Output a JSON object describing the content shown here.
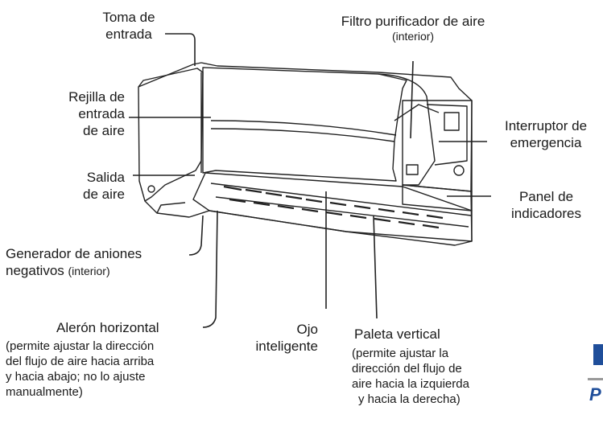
{
  "labels": {
    "toma": [
      "Toma de",
      "entrada"
    ],
    "filtro": "Filtro purificador de aire",
    "filtro_sub": "(interior)",
    "rejilla": [
      "Rejilla de",
      "entrada",
      "de aire"
    ],
    "interruptor": [
      "Interruptor de",
      "emergencia"
    ],
    "salida": [
      "Salida",
      "de aire"
    ],
    "panel": [
      "Panel de",
      "indicadores"
    ],
    "generador": "Generador de aniones",
    "generador2": "negativos",
    "generador_sub": "(interior)",
    "aleron": "Alerón horizontal",
    "aleron_note": [
      "(permite ajustar la dirección",
      "del flujo de aire hacia arriba",
      "y hacia abajo; no lo ajuste",
      "manualmente)"
    ],
    "ojo": [
      "Ojo",
      "inteligente"
    ],
    "paleta": "Paleta vertical",
    "paleta_note": [
      "(permite ajustar la",
      "dirección del flujo de",
      "aire hacia la izquierda",
      "y hacia la derecha)"
    ]
  },
  "corner_brand": "P",
  "colors": {
    "accent": "#1f4e9a",
    "line": "#222222",
    "rule": "#9a9a9a"
  }
}
